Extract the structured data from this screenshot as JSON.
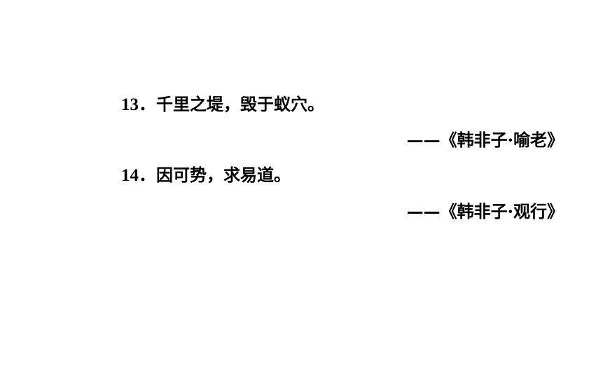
{
  "quotes": [
    {
      "number": "13．",
      "text": "千里之堤，毁于蚁穴。",
      "source": "——《韩非子·喻老》"
    },
    {
      "number": "14．",
      "text": "因可势，求易道。",
      "source": "——《韩非子·观行》"
    }
  ]
}
